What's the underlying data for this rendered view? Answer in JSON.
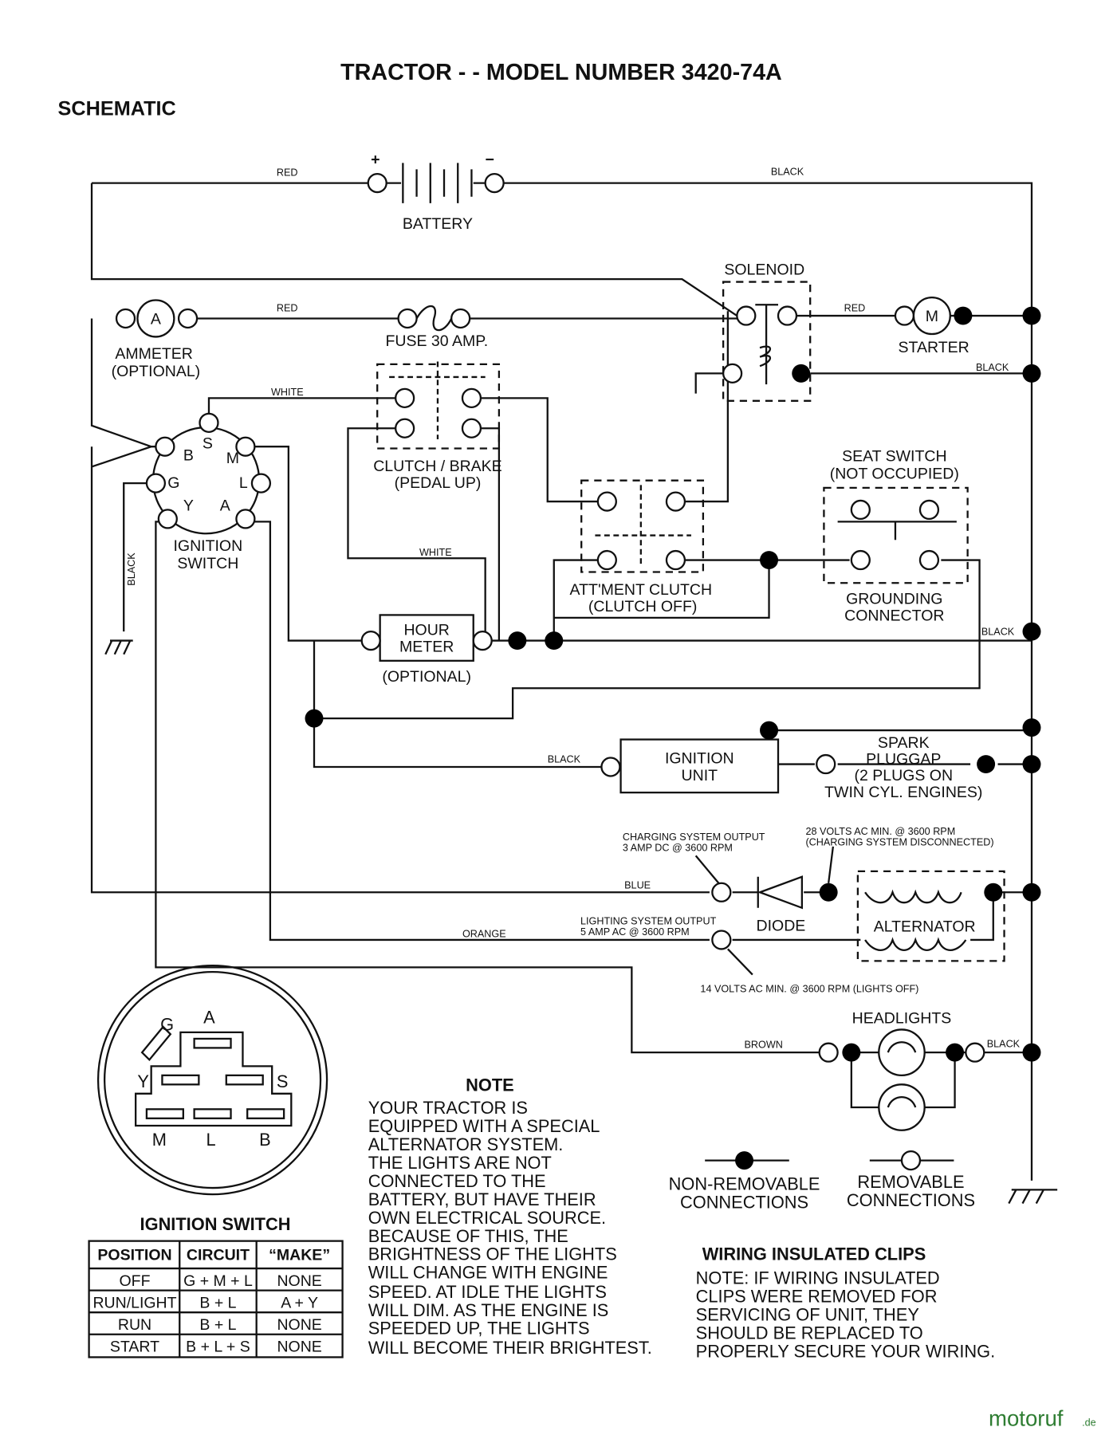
{
  "title": "TRACTOR - - MODEL NUMBER 3420-74A",
  "subtitle": "SCHEMATIC",
  "wire_labels": {
    "red1": "RED",
    "black1": "BLACK",
    "red2": "RED",
    "red3": "RED",
    "black2": "BLACK",
    "white1": "WHITE",
    "white2": "WHITE",
    "black_ground": "BLACK",
    "black3": "BLACK",
    "black4": "BLACK",
    "blue": "BLUE",
    "orange": "ORANGE",
    "brown": "BROWN",
    "black5": "BLACK"
  },
  "components": {
    "battery": "BATTERY",
    "battery_plus": "+",
    "battery_minus": "−",
    "solenoid": "SOLENOID",
    "ammeter_symbol": "A",
    "ammeter": "AMMETER",
    "ammeter_opt": "(OPTIONAL)",
    "fuse": "FUSE 30 AMP.",
    "starter_symbol": "M",
    "starter": "STARTER",
    "clutch_brake": "CLUTCH / BRAKE",
    "clutch_brake_sub": "(PEDAL UP)",
    "seat_switch": "SEAT SWITCH",
    "seat_switch_sub": "(NOT OCCUPIED)",
    "attment_clutch": "ATT'MENT CLUTCH",
    "attment_clutch_sub": "(CLUTCH OFF)",
    "grounding": "GROUNDING",
    "grounding_sub": "CONNECTOR",
    "ignition_switch": "IGNITION",
    "ignition_switch_sub": "SWITCH",
    "hour_meter": "HOUR",
    "hour_meter_sub": "METER",
    "hour_meter_opt": "(OPTIONAL)",
    "ignition_unit": "IGNITION",
    "ignition_unit_sub": "UNIT",
    "spark1": "SPARK",
    "spark2": "PLUGGAP",
    "spark3": "(2 PLUGS ON",
    "spark4": "TWIN CYL. ENGINES)",
    "charging1": "CHARGING SYSTEM OUTPUT",
    "charging2": "3 AMP DC @ 3600 RPM",
    "volts28_1": "28 VOLTS AC MIN. @ 3600 RPM",
    "volts28_2": "(CHARGING SYSTEM DISCONNECTED)",
    "lighting1": "LIGHTING SYSTEM OUTPUT",
    "lighting2": "5 AMP AC @ 3600 RPM",
    "diode": "DIODE",
    "alternator": "ALTERNATOR",
    "volts14": "14 VOLTS AC MIN. @ 3600 RPM (LIGHTS OFF)",
    "headlights": "HEADLIGHTS"
  },
  "switch_terminals": {
    "B": "B",
    "S": "S",
    "M": "M",
    "G": "G",
    "L": "L",
    "Y": "Y",
    "A": "A"
  },
  "connector_labels": {
    "G": "G",
    "A": "A",
    "Y": "Y",
    "S": "S",
    "M": "M",
    "L": "L",
    "B": "B"
  },
  "legend": {
    "non_removable1": "NON-REMOVABLE",
    "non_removable2": "CONNECTIONS",
    "removable1": "REMOVABLE",
    "removable2": "CONNECTIONS"
  },
  "ignition_table": {
    "title": "IGNITION SWITCH",
    "headers": [
      "POSITION",
      "CIRCUIT",
      "“MAKE”"
    ],
    "rows": [
      [
        "OFF",
        "G + M + L",
        "NONE"
      ],
      [
        "RUN/LIGHT",
        "B + L",
        "A + Y"
      ],
      [
        "RUN",
        "B + L",
        "NONE"
      ],
      [
        "START",
        "B + L + S",
        "NONE"
      ]
    ]
  },
  "note": {
    "title": "NOTE",
    "lines": [
      "YOUR TRACTOR IS",
      "EQUIPPED WITH A SPECIAL",
      "ALTERNATOR SYSTEM.",
      "THE LIGHTS ARE NOT",
      "CONNECTED TO THE",
      "BATTERY, BUT HAVE THEIR",
      "OWN ELECTRICAL SOURCE.",
      "BECAUSE OF THIS, THE",
      "BRIGHTNESS OF THE LIGHTS",
      "WILL CHANGE WITH ENGINE",
      "SPEED.  AT IDLE THE LIGHTS",
      "WILL DIM.  AS THE ENGINE IS",
      "SPEEDED UP, THE LIGHTS",
      "WILL BECOME THEIR BRIGHTEST."
    ]
  },
  "clips": {
    "title": "WIRING INSULATED CLIPS",
    "lines": [
      "NOTE: IF WIRING INSULATED",
      "CLIPS WERE REMOVED FOR",
      "SERVICING OF UNIT, THEY",
      "SHOULD BE REPLACED TO",
      "PROPERLY SECURE YOUR WIRING."
    ]
  },
  "watermark": {
    "text": "motoruf",
    "suffix": ".de",
    "color": "#2e7d32"
  }
}
